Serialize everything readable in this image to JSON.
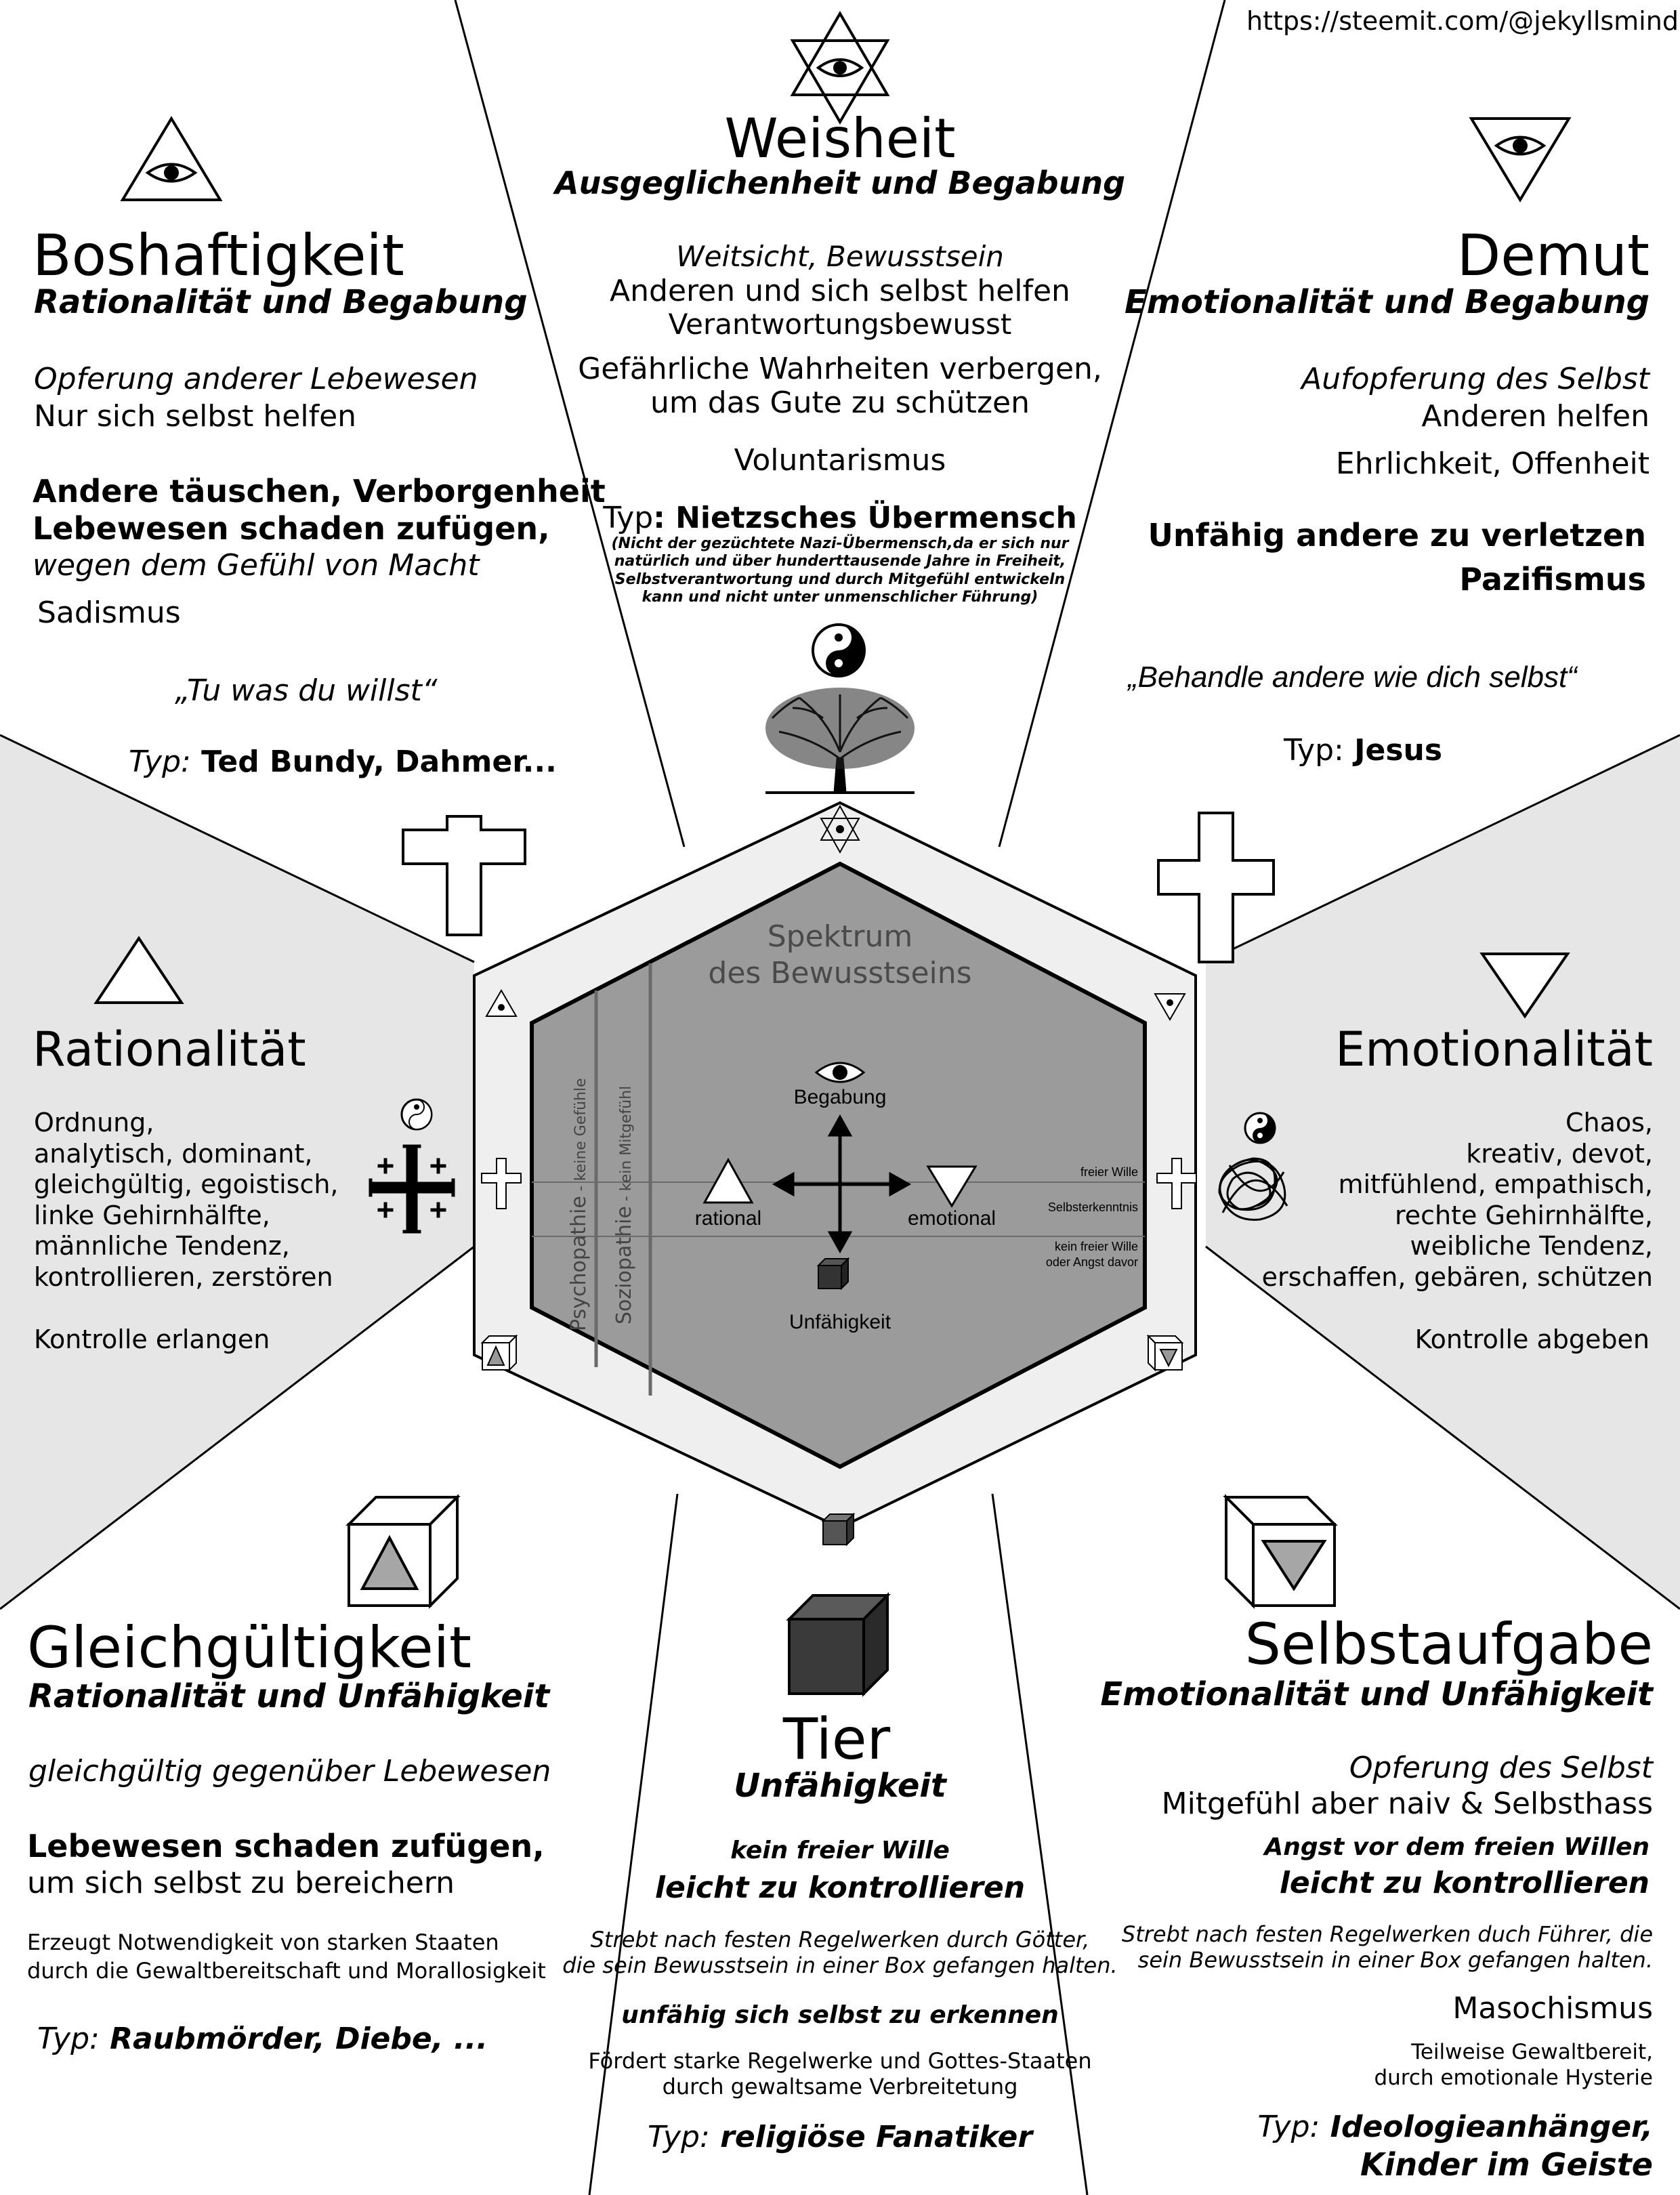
{
  "url": "https://steemit.com/@jekyllsmind",
  "weisheit": {
    "title": "Weisheit",
    "subtitle": "Ausgeglichenheit und Begabung",
    "line1": "Weitsicht, Bewusstsein",
    "line2": "Anderen und sich selbst helfen",
    "line3": "Verantwortungsbewusst",
    "line4": "Gefährliche Wahrheiten verbergen,",
    "line5": "um das Gute zu schützen",
    "line6": "Voluntarismus",
    "typ_label": "Typ",
    "typ_value": ": Nietzsches Übermensch",
    "note1": "(Nicht der gezüchtete Nazi-Übermensch,da er sich nur",
    "note2": "natürlich und über hunderttausende Jahre in Freiheit,",
    "note3": "Selbstverantwortung und durch Mitgefühl entwickeln",
    "note4": "kann und nicht unter unmenschlicher Führung)"
  },
  "boshaftigkeit": {
    "title": "Boshaftigkeit",
    "subtitle": "Rationalität und Begabung",
    "line1": "Opferung anderer Lebewesen",
    "line2": "Nur sich selbst helfen",
    "line3": "Andere täuschen, Verborgenheit",
    "line4": "Lebewesen schaden zufügen,",
    "line5": "wegen dem Gefühl von Macht",
    "line6": "Sadismus",
    "quote": "„Tu was du willst“",
    "typ_label": "Typ:",
    "typ_value": " Ted Bundy, Dahmer..."
  },
  "demut": {
    "title": "Demut",
    "subtitle": "Emotionalität und Begabung",
    "line1": "Aufopferung des Selbst",
    "line2": "Anderen helfen",
    "line3": "Ehrlichkeit, Offenheit",
    "line4": "Unfähig andere zu verletzen",
    "line5": "Pazifismus",
    "quote": "„Behandle andere wie dich selbst“",
    "typ_label": "Typ:",
    "typ_value": " Jesus"
  },
  "rationalitaet": {
    "title": "Rationalität",
    "lines": [
      "Ordnung,",
      "analytisch, dominant,",
      "gleichgültig, egoistisch,",
      "linke Gehirnhälfte,",
      "männliche Tendenz,",
      "kontrollieren, zerstören"
    ],
    "footer": "Kontrolle erlangen"
  },
  "emotionalitaet": {
    "title": "Emotionalität",
    "lines": [
      "Chaos,",
      "kreativ, devot,",
      "mitfühlend, empathisch,",
      "rechte Gehirnhälfte,",
      "weibliche Tendenz,",
      "erschaffen, gebären, schützen"
    ],
    "footer": "Kontrolle abgeben"
  },
  "spektrum": {
    "title1": "Spektrum",
    "title2": "des Bewusstseins",
    "begabung": "Begabung",
    "rational": "rational",
    "emotional": "emotional",
    "unfaehigkeit": "Unfähigkeit",
    "psycho": "Psychopathie",
    "psycho_sub": " - keine Gefühle",
    "sozio": "Soziopathie",
    "sozio_sub": " - kein Mitgefühl",
    "freier_wille": "freier Wille",
    "selbsterkenntnis": "Selbsterkenntnis",
    "kein_wille1": "kein freier Wille",
    "kein_wille2": "oder Angst davor"
  },
  "gleichgueltigkeit": {
    "title": "Gleichgültigkeit",
    "subtitle": "Rationalität und Unfähigkeit",
    "line1": "gleichgültig gegenüber Lebewesen",
    "line2": "Lebewesen schaden zufügen,",
    "line3": "um sich selbst zu bereichern",
    "line4": "Erzeugt Notwendigkeit von starken Staaten",
    "line5": "durch die Gewaltbereitschaft und Morallosigkeit",
    "typ_label": "Typ:",
    "typ_value": " Raubmörder, Diebe, ..."
  },
  "tier": {
    "title": "Tier",
    "subtitle": "Unfähigkeit",
    "line1": "kein freier Wille",
    "line2": "leicht zu kontrollieren",
    "line3": "Strebt nach festen Regelwerken durch Götter,",
    "line4": "die sein Bewusstsein in einer Box gefangen halten.",
    "line5": "unfähig sich selbst zu erkennen",
    "line6": "Fördert starke Regelwerke und Gottes-Staaten",
    "line7": "durch gewaltsame Verbreitetung",
    "typ_label": "Typ:",
    "typ_value": " religiöse Fanatiker"
  },
  "selbstaufgabe": {
    "title": "Selbstaufgabe",
    "subtitle": "Emotionalität und Unfähigkeit",
    "line1": "Opferung des Selbst",
    "line2": "Mitgefühl aber naiv & Selbsthass",
    "line3": "Angst vor dem freien Willen",
    "line4": "leicht zu kontrollieren",
    "line5": "Strebt nach festen Regelwerken duch Führer, die",
    "line6": "sein Bewusstsein in einer Box gefangen halten.",
    "line7": "Masochismus",
    "line8": "Teilweise Gewaltbereit,",
    "line9": "durch emotionale Hysterie",
    "typ_label": "Typ:",
    "typ_value1": " Ideologieanhänger,",
    "typ_value2": "Kinder im Geiste"
  },
  "icons": [
    "eye-of-providence-icon",
    "star-of-david-eye-icon",
    "inverted-triangle-eye-icon",
    "triangle-icon",
    "inverted-triangle-icon",
    "yin-yang-icon",
    "tree-icon",
    "cross-icon",
    "inverted-cross-icon",
    "cube-icon",
    "cube-triangle-icon",
    "cube-inverted-triangle-icon",
    "scribble-icon",
    "jerusalem-cross-icon"
  ],
  "colors": {
    "panel_gray": "#e6e6e6",
    "hex_gray": "#9b9b9b",
    "hex_frame": "#efefef",
    "cube_dark": "#3a3a3a"
  }
}
